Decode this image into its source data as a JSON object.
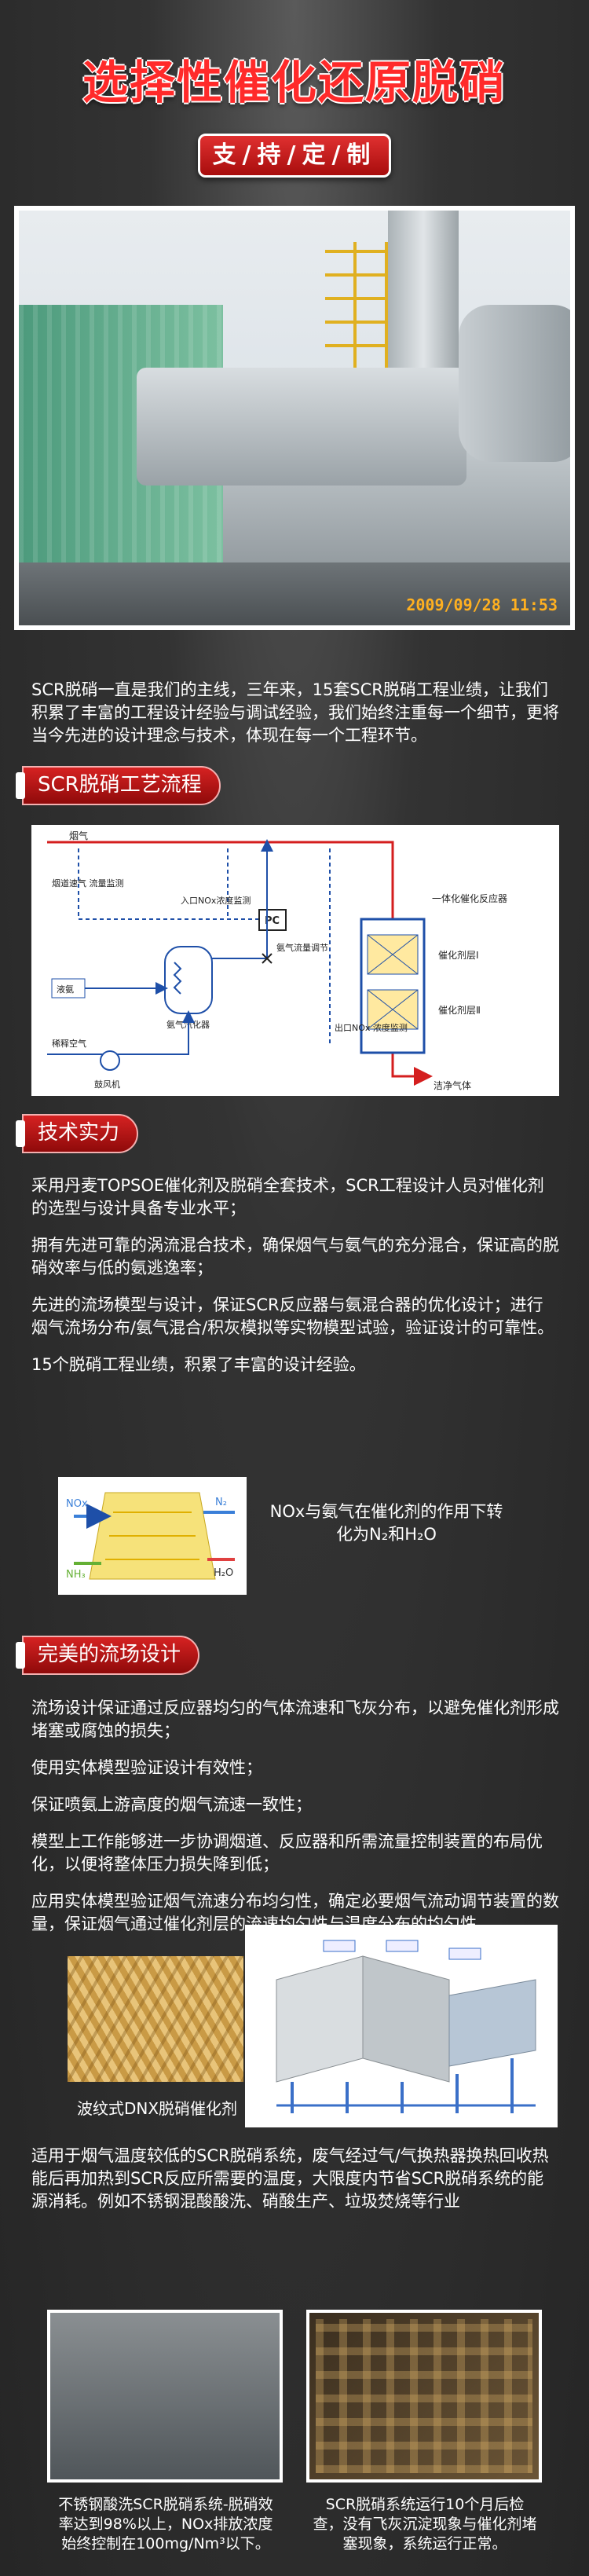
{
  "hero": {
    "title": "选择性催化还原脱硝",
    "badge": "支/持/定/制",
    "photo_stamp": "2009/09/28 11:53"
  },
  "intro": "SCR脱硝一直是我们的主线，三年来，15套SCR脱硝工程业绩，让我们积累了丰富的工程设计经验与调试经验，我们始终注重每一个细节，更将当今先进的设计理念与技术，体现在每一个工程环节。",
  "sections": {
    "process": {
      "title": "SCR脱硝工艺流程",
      "labels": {
        "smoke": "烟气",
        "monitor": "烟道速气\n流量监测",
        "inlet_nox": "入口NOx浓度监测",
        "reactor": "一体化催化反应器",
        "cat1": "催化剂层Ⅰ",
        "cat2": "催化剂层Ⅱ",
        "pc": "PC",
        "ammonia_flow": "氨气流量调节",
        "liquid_ammonia": "液氨",
        "vaporizer": "氨气汽化器",
        "outlet_nox": "出口NOx\n浓度监测",
        "dilution_air": "稀释空气",
        "fan": "鼓风机",
        "clean_gas": "洁净气体"
      }
    },
    "tech": {
      "title": "技术实力",
      "paragraphs": [
        "采用丹麦TOPSOE催化剂及脱硝全套技术，SCR工程设计人员对催化剂的选型与设计具备专业水平；",
        "拥有先进可靠的涡流混合技术，确保烟气与氨气的充分混合，保证高的脱硝效率与低的氨逃逸率；",
        "先进的流场模型与设计，保证SCR反应器与氨混合器的优化设计；进行烟气流场分布/氨气混合/积灰模拟等实物模型试验，验证设计的可靠性。",
        "15个脱硝工程业绩，积累了丰富的设计经验。"
      ],
      "catalyst_text": "NOx与氨气在催化剂的作用下转化为N₂和H₂O",
      "catalyst_labels": {
        "nox": "NOx",
        "nh3": "NH₃",
        "n2": "N₂",
        "h2o": "H₂O"
      }
    },
    "flow": {
      "title": "完美的流场设计",
      "paragraphs": [
        "流场设计保证通过反应器均匀的气体流速和飞灰分布，以避免催化剂形成堵塞或腐蚀的损失；",
        "使用实体模型验证设计有效性；",
        "保证喷氨上游高度的烟气流速一致性；",
        "模型上工作能够进一步协调烟道、反应器和所需流量控制装置的布局优化，以便将整体压力损失降到低；",
        "应用实体模型验证烟气流速分布均匀性，确定必要烟气流动调节装置的数量，保证烟气通过催化剂层的流速均匀性与温度分布的均匀性。"
      ],
      "honeycomb_caption": "波纹式DNX脱硝催化剂",
      "low_temp": "适用于烟气温度较低的SCR脱硝系统，废气经过气/气换热器换热回收热能后再加热到SCR反应所需要的温度，大限度内节省SCR脱硝系统的能源消耗。例如不锈钢混酸酸洗、硝酸生产、垃圾焚烧等行业",
      "caption_left": "不锈钢酸洗SCR脱硝系统-脱硝效率达到98%以上，NOx排放浓度始终控制在100mg/Nm³以下。",
      "caption_right": "SCR脱硝系统运行10个月后检查，没有飞灰沉淀现象与催化剂堵塞现象，系统运行正常。"
    }
  },
  "colors": {
    "accent_red": "#d62222",
    "diagram_red": "#d41e1e",
    "diagram_blue": "#1e4fa8"
  }
}
